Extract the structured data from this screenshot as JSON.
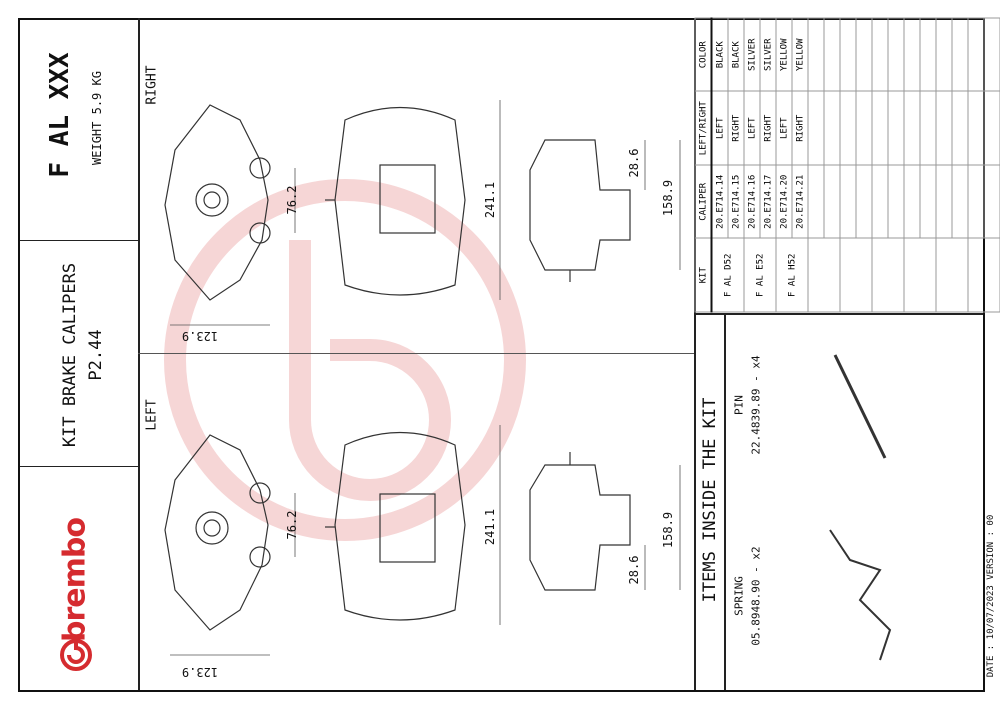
{
  "title_block": {
    "code": "F AL XXX",
    "weight": "WEIGHT 5.9 KG",
    "product": "KIT BRAKE CALIPERS",
    "model": "P2.44",
    "brand": "brembo"
  },
  "views": {
    "right_label": "RIGHT",
    "left_label": "LEFT",
    "dims": {
      "width_front": "123.9",
      "mount_spacing": "76.2",
      "height": "241.1",
      "side_small": "28.6",
      "side_total": "158.9"
    }
  },
  "table": {
    "headers": [
      "KIT",
      "CALIPER",
      "LEFT/RIGHT",
      "COLOR"
    ],
    "rows": [
      {
        "kit": "F AL D52",
        "caliper": "20.E714.14",
        "side": "LEFT",
        "color": "BLACK"
      },
      {
        "kit": "",
        "caliper": "20.E714.15",
        "side": "RIGHT",
        "color": "BLACK"
      },
      {
        "kit": "F AL E52",
        "caliper": "20.E714.16",
        "side": "LEFT",
        "color": "SILVER"
      },
      {
        "kit": "",
        "caliper": "20.E714.17",
        "side": "RIGHT",
        "color": "SILVER"
      },
      {
        "kit": "F AL H52",
        "caliper": "20.E714.20",
        "side": "LEFT",
        "color": "YELLOW"
      },
      {
        "kit": "",
        "caliper": "20.E714.21",
        "side": "RIGHT",
        "color": "YELLOW"
      }
    ]
  },
  "items": {
    "heading": "ITEMS INSIDE THE KIT",
    "spring": {
      "name": "SPRING",
      "code": "05.8948.90 - x2"
    },
    "pin": {
      "name": "PIN",
      "code": "22.4839.89 - x4"
    }
  },
  "footer": {
    "date": "DATE : 10/07/2023 VERSION : 00"
  },
  "colors": {
    "brand": "#d52b2f",
    "watermark": "#f6d3d3"
  }
}
